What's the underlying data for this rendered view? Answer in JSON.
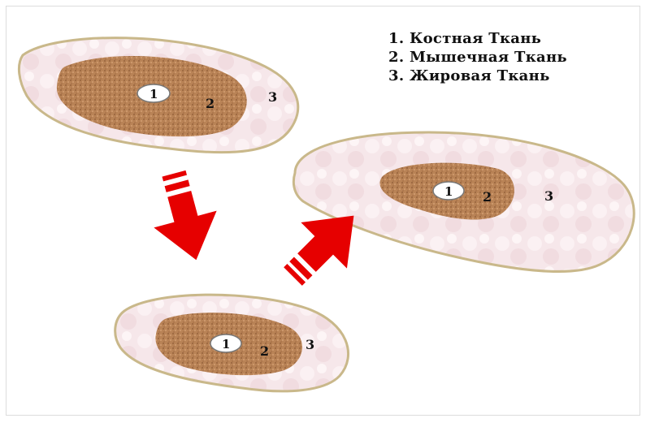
{
  "legend": [
    "1. Костная Ткань",
    "2. Мышечная Ткань",
    "3. Жировая Ткань"
  ],
  "sections": {
    "top_left": {
      "bone": "1",
      "muscle": "2",
      "fat": "3"
    },
    "right": {
      "bone": "1",
      "muscle": "2",
      "fat": "3"
    },
    "bottom": {
      "bone": "1",
      "muscle": "2",
      "fat": "3"
    }
  },
  "colors": {
    "fat_fill": "#f6e7ea",
    "fat_border": "#c9b88a",
    "muscle_fill": "#b98356",
    "bone_fill": "#ffffff",
    "arrow": "#e60000"
  }
}
